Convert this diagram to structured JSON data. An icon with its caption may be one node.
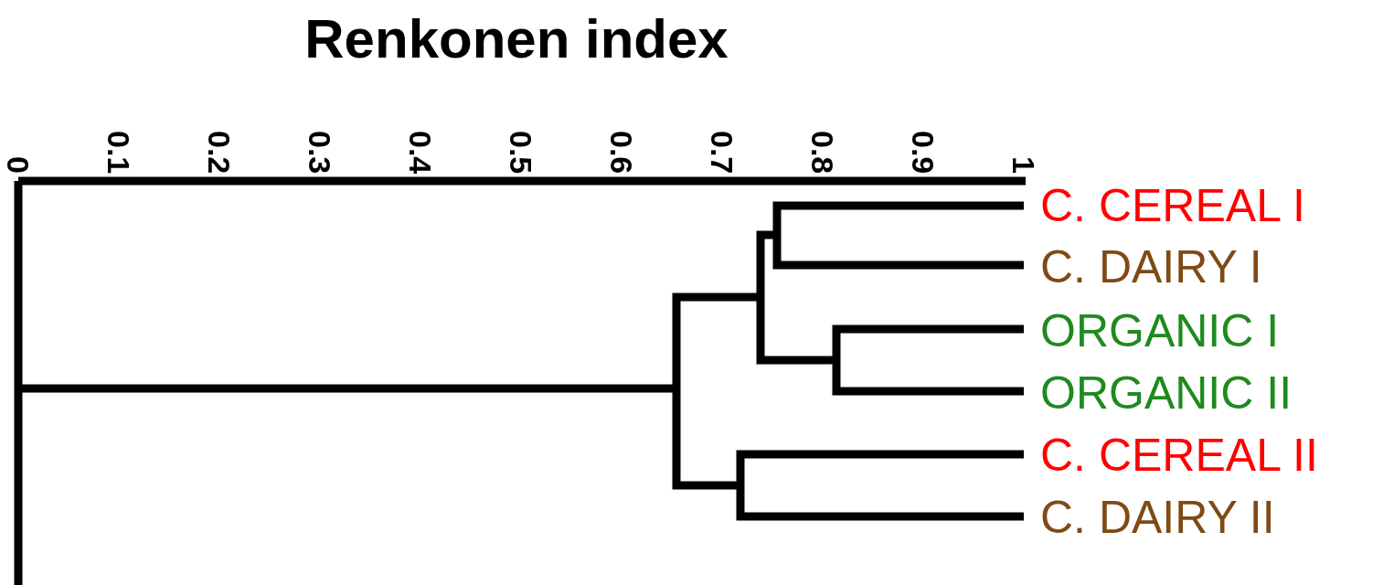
{
  "diagram": {
    "title": "Renkonen index",
    "labels": [
      "0",
      "0.1",
      "0.2",
      "0.3",
      "0.4",
      "0.5",
      "0.6",
      "0.7",
      "0.8",
      "0.9",
      "1",
      "C. CEREAL I",
      "C. DAIRY I",
      "ORGANIC I",
      "ORGANIC II",
      "C. CEREAL II",
      "C. DAIRY II"
    ]
  }
}
